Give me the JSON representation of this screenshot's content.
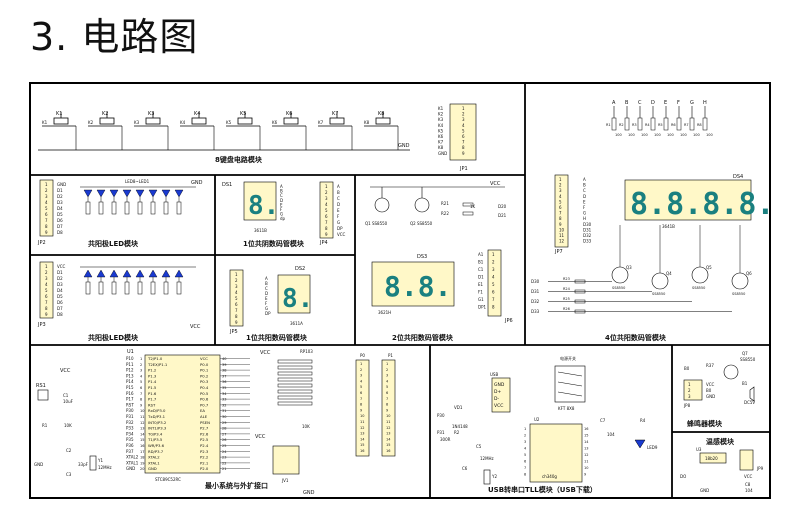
{
  "page": {
    "title": "3. 电路图"
  },
  "modules": {
    "keyboard": {
      "title": "8键盘电路模块",
      "keys": [
        "K1",
        "K2",
        "K3",
        "K4",
        "K5",
        "K6",
        "K7",
        "K8"
      ],
      "gnd": "GND",
      "connector": "JP1",
      "connector_pins": [
        "K1",
        "K2",
        "K3",
        "K4",
        "K5",
        "K6",
        "K7",
        "K8",
        "GND"
      ]
    },
    "led_cathode": {
      "title": "共阳极LED模块",
      "chip": "LED8~LED1",
      "connector": "JP2",
      "pins": [
        "GND",
        "D1",
        "D2",
        "D3",
        "D4",
        "D5",
        "D6",
        "D7",
        "D8"
      ],
      "gnd": "GND"
    },
    "led_anode": {
      "title": "共阳极LED模块",
      "connector": "JP3",
      "pins": [
        "VCC",
        "D1",
        "D2",
        "D3",
        "D4",
        "D5",
        "D6",
        "D7",
        "D8"
      ],
      "vcc": "VCC"
    },
    "seg1_cathode": {
      "title": "1位共阴数码管模块",
      "ref": "DS1",
      "part": "3611B",
      "digit": "8.",
      "connector": "JP4",
      "pins": [
        "A",
        "B",
        "C",
        "D",
        "E",
        "F",
        "G",
        "DP",
        "VCC"
      ]
    },
    "seg1_anode": {
      "title": "1位共阳数码管模块",
      "ref": "DS2",
      "part": "3611A",
      "digit": "8.",
      "connector": "JP5",
      "pins": [
        "1",
        "2",
        "3",
        "4",
        "5",
        "6",
        "7",
        "8",
        "9"
      ]
    },
    "seg2": {
      "title": "2位共阳数码管模块",
      "ref": "DS3",
      "part": "3621H",
      "digits": "8.8.",
      "vcc": "VCC",
      "q1": "Q1 SS8550",
      "q2": "Q2 SS8550",
      "r21": "R21",
      "r22": "R22",
      "res": "1K",
      "d20": "D20",
      "d21": "D21",
      "connector": "JP6",
      "pins": [
        "A1",
        "B1",
        "C1",
        "D1",
        "E1",
        "F1",
        "G1",
        "DP1"
      ]
    },
    "seg4": {
      "title": "4位共阳数码管模块",
      "ref": "DS4",
      "part": "3641B",
      "digits": "8.8.8.8.",
      "segments": [
        "A",
        "B",
        "C",
        "D",
        "E",
        "F",
        "G",
        "H"
      ],
      "resistors": [
        "R1",
        "R2",
        "R3",
        "R4",
        "R5",
        "R6",
        "R7",
        "R8"
      ],
      "res_value": "100",
      "connector": "JP7",
      "pins": [
        "A",
        "B",
        "C",
        "D",
        "E",
        "F",
        "G",
        "H",
        "D30",
        "D31",
        "D32",
        "D33"
      ],
      "transistors": [
        "Q3",
        "Q4",
        "Q5",
        "Q6"
      ],
      "base_res": [
        "R23",
        "R24",
        "R25",
        "R26"
      ],
      "tr_part": "SS8550"
    },
    "mcu": {
      "title": "最小系统与外扩接口",
      "chip": "STC89C52RC",
      "u1": "U1",
      "left_pins": [
        "P10",
        "P11",
        "P12",
        "P13",
        "P14",
        "P15",
        "P16",
        "P17",
        "RST",
        "P30",
        "P31",
        "P32",
        "P33",
        "P34",
        "P35",
        "P36",
        "P37",
        "XTAL2",
        "XTAL1",
        "GND"
      ],
      "left_names": [
        "T2/P1.0",
        "T2EX/P1.1",
        "P1.2",
        "P1.3",
        "P1.4",
        "P1.5",
        "P1.6",
        "P1.7",
        "RST",
        "RxD/P3.0",
        "TxD/P3.1",
        "INT0/P3.2",
        "INT1/P3.3",
        "T0/P3.4",
        "T1/P3.5",
        "WR/P3.6",
        "RD/P3.7",
        "XTAL2",
        "XTAL1",
        "GND"
      ],
      "right_names": [
        "VCC",
        "P0.0",
        "P0.1",
        "P0.2",
        "P0.3",
        "P0.4",
        "P0.5",
        "P0.6",
        "P0.7",
        "EA",
        "ALE",
        "PSEN",
        "P2.7",
        "P2.6",
        "P2.5",
        "P2.4",
        "P2.3",
        "P2.2",
        "P2.1",
        "P2.0"
      ],
      "rs1": "RS1",
      "c1": "C1",
      "c1v": "10uF",
      "r1": "R1",
      "r1v": "10K",
      "c2": "C2",
      "c3": "C3",
      "cap": "33pF",
      "y1": "Y1",
      "xtal": "12MHz",
      "rp": "RP103",
      "ten_k": "10K",
      "jv1": "JV1",
      "p0": "P0",
      "p1": "P1",
      "gnd": "GND",
      "vcc": "VCC"
    },
    "usb": {
      "title": "USB转串口TLL模块（USB下载）",
      "usb": "USB",
      "pins": [
        "GND",
        "D+",
        "D-",
        "VCC"
      ],
      "switch": "电源开关",
      "kft": "KFT 8X8",
      "u2": "U2",
      "chip": "ch340g",
      "vd1": "VD1",
      "diode": "1N4148",
      "r2": "R2",
      "r2v": "300R",
      "r4": "R4",
      "led9": "LED9",
      "c7": "C7",
      "c7v": "104",
      "c5": "C5",
      "c6": "C6",
      "y2": "Y2",
      "xtal": "12MHz",
      "p30": "P30",
      "p31": "P31"
    },
    "buzzer": {
      "title": "蜂鸣器模块",
      "b0": "B0",
      "r37": "R37",
      "q7": "Q7",
      "part": "SS8550",
      "b1": "B1",
      "dc": "DC5V",
      "connector": "JP8",
      "pins": [
        "VCC",
        "B0",
        "GND"
      ]
    },
    "temp": {
      "title": "温感模块",
      "u3": "U3",
      "chip": "18b20",
      "do": "DO",
      "connector": "JP9",
      "c8": "C8",
      "c8v": "104",
      "vcc": "VCC",
      "gnd": "GND"
    }
  }
}
